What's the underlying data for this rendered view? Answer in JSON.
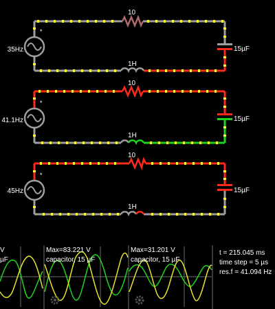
{
  "circuits": [
    {
      "source_freq": "35Hz",
      "resistor_label": "10",
      "inductor_label": "1H",
      "capacitor_label": "15µF",
      "source_marker": "*"
    },
    {
      "source_freq": "41.1Hz",
      "resistor_label": "10",
      "inductor_label": "1H",
      "capacitor_label": "15µF",
      "source_marker": "*"
    },
    {
      "source_freq": "45Hz",
      "resistor_label": "10",
      "inductor_label": "1H",
      "capacitor_label": "15µF",
      "source_marker": "*"
    }
  ],
  "scopes": [
    {
      "max_label": "V",
      "name_label": "µF"
    },
    {
      "max_label": "Max=83.221 V",
      "name_label": "capacitor, 15 µF"
    },
    {
      "max_label": "Max=31.201 V",
      "name_label": "capacitor, 15 µF"
    }
  ],
  "info": {
    "time": "t = 215.045 ms",
    "time_step": "time step = 5 µs",
    "res_freq": "res.f = 41.094 Hz"
  },
  "colors": {
    "background": "#000000",
    "wire_neutral": "#9e9e9e",
    "wire_hot": "#ff2a1a",
    "wire_green": "#22d422",
    "current_dot": "#ffff33",
    "scope_green": "#1fd61f",
    "scope_yellow": "#e6e633",
    "scope_divider": "#6e6e6e"
  },
  "icons": {
    "source": "ac-voltage-source-icon",
    "resistor": "resistor-zigzag-icon",
    "inductor": "inductor-coil-icon",
    "capacitor": "capacitor-plates-icon",
    "scope_settings": "gear-icon"
  }
}
